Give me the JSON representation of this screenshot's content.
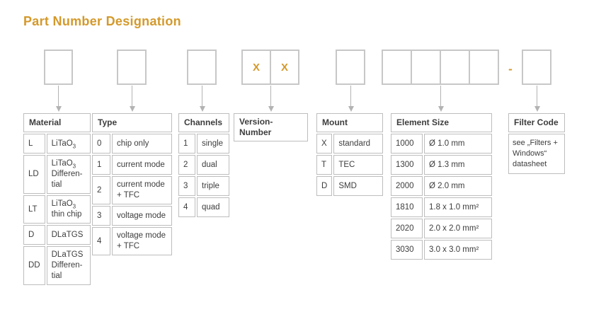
{
  "title": "Part Number Designation",
  "accent_color": "#d4992b",
  "border_color": "#bdbdbd",
  "top_row": {
    "version_chars": [
      "X",
      "X"
    ],
    "separator": "-"
  },
  "tables": {
    "material": {
      "header": "Material",
      "rows": [
        {
          "code": "L",
          "formula": "LiTaO",
          "sub": "3",
          "rest": ""
        },
        {
          "code": "LD",
          "formula": "LiTaO",
          "sub": "3",
          "rest": "\nDifferen-\ntial"
        },
        {
          "code": "LT",
          "formula": "LiTaO",
          "sub": "3",
          "rest": "\nthin chip"
        },
        {
          "code": "D",
          "formula": "DLaTGS",
          "sub": "",
          "rest": ""
        },
        {
          "code": "DD",
          "formula": "DLaTGS",
          "sub": "",
          "rest": "\nDifferen-\ntial"
        }
      ]
    },
    "type": {
      "header": "Type",
      "rows": [
        {
          "code": "0",
          "desc": "chip only"
        },
        {
          "code": "1",
          "desc": "current mode"
        },
        {
          "code": "2",
          "desc": "current mode\n+ TFC"
        },
        {
          "code": "3",
          "desc": "voltage mode"
        },
        {
          "code": "4",
          "desc": "voltage mode\n+ TFC"
        }
      ]
    },
    "channels": {
      "header": "Channels",
      "rows": [
        {
          "code": "1",
          "desc": "single"
        },
        {
          "code": "2",
          "desc": "dual"
        },
        {
          "code": "3",
          "desc": "triple"
        },
        {
          "code": "4",
          "desc": "quad"
        }
      ]
    },
    "version": {
      "header": "Version-Number"
    },
    "mount": {
      "header": "Mount",
      "rows": [
        {
          "code": "X",
          "desc": "standard"
        },
        {
          "code": "T",
          "desc": "TEC"
        },
        {
          "code": "D",
          "desc": "SMD"
        }
      ]
    },
    "element_size": {
      "header": "Element Size",
      "rows": [
        {
          "code": "1000",
          "desc": "Ø 1.0 mm"
        },
        {
          "code": "1300",
          "desc": "Ø 1.3 mm"
        },
        {
          "code": "2000",
          "desc": "Ø 2.0 mm"
        },
        {
          "code": "1810",
          "desc": "1.8 x 1.0 mm²"
        },
        {
          "code": "2020",
          "desc": "2.0 x 2.0 mm²"
        },
        {
          "code": "3030",
          "desc": "3.0 x 3.0 mm²"
        }
      ]
    },
    "filter_code": {
      "header": "Filter Code",
      "note": "see „Filters +\nWindows“\ndatasheet"
    }
  }
}
